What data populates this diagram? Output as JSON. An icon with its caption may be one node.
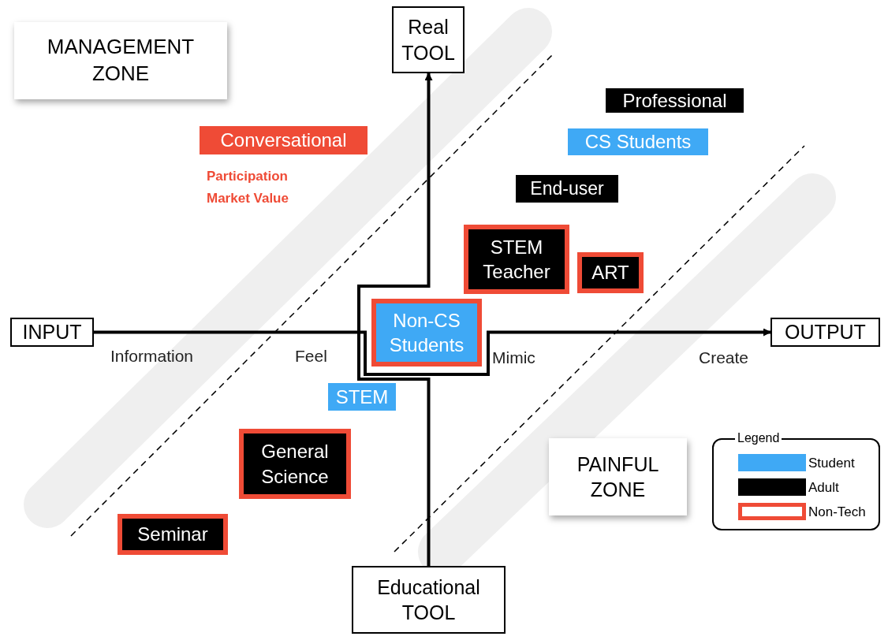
{
  "diagram": {
    "nodes": [
      {
        "text": [
          "MANAGEMENT ZONE"
        ]
      },
      {
        "text": [
          "Real TOOL"
        ]
      },
      {
        "text": [
          "Professional"
        ]
      },
      {
        "text": [
          "Conversational"
        ]
      },
      {
        "text": [
          "CS Students"
        ]
      },
      {
        "text": [
          "End-user"
        ]
      },
      {
        "text": [
          "STEM Teacher"
        ]
      },
      {
        "text": [
          "ART"
        ]
      },
      {
        "text": [
          "INPUT"
        ]
      },
      {
        "text": [
          "Non-CS Students"
        ]
      },
      {
        "text": [
          "OUTPUT"
        ]
      },
      {
        "text": [
          "STEM"
        ]
      },
      {
        "text": [
          "General Science"
        ]
      },
      {
        "text": [
          "PAINFUL ZONE"
        ]
      },
      {
        "text": [
          "Seminar"
        ]
      },
      {
        "text": [
          "Educational TOOL"
        ]
      }
    ],
    "edges": [
      {
        "from": 8,
        "to": 10,
        "arrow": "to"
      },
      {
        "from": 15,
        "to": 1,
        "arrow": "to"
      }
    ],
    "labels": [
      "Participation",
      "Market Value",
      "Information",
      "Feel",
      "Mimic",
      "Create",
      "Legend"
    ],
    "legend": [
      {
        "text": "Student",
        "color": "#3fa9f5"
      },
      {
        "text": "Adult",
        "color": "#000000"
      },
      {
        "text": "Non-Tech"
      }
    ]
  }
}
